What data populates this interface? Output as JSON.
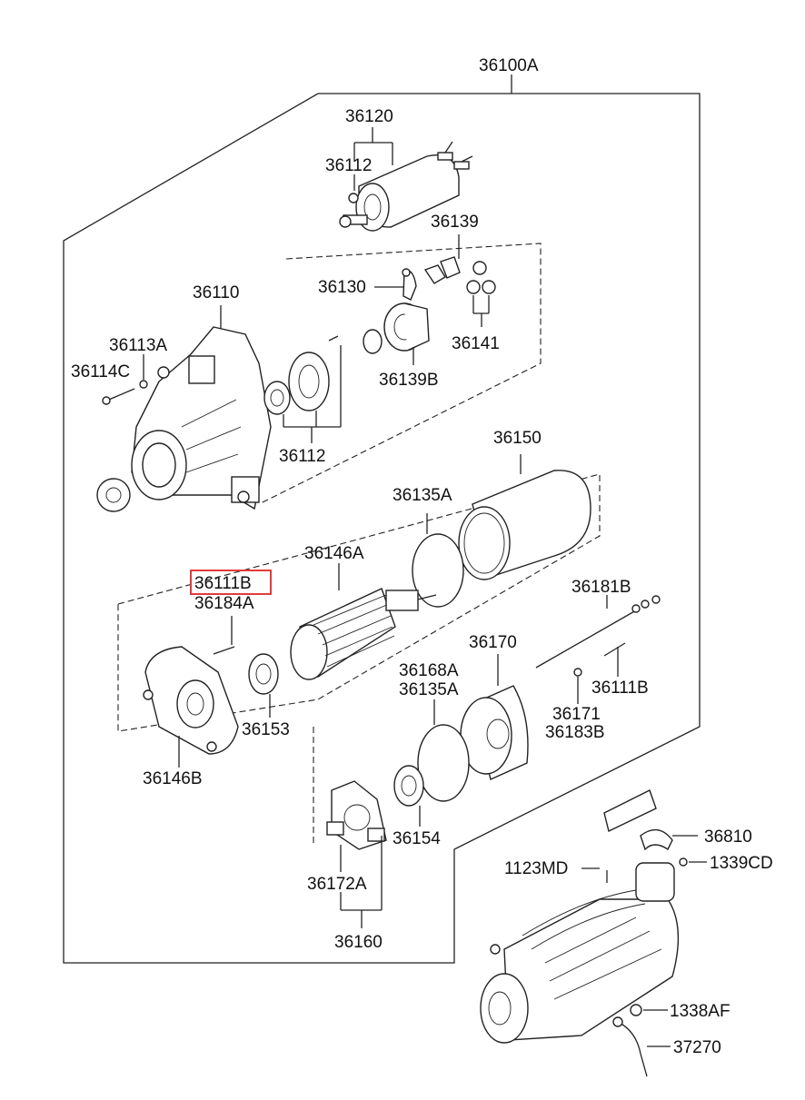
{
  "labels": {
    "assembly": "36100A",
    "solenoid": "36120",
    "solenoid_sub": "36112",
    "lever_set": "36139",
    "lever": "36130",
    "housing": "36110",
    "gears": "36141",
    "bolt_a": "36113A",
    "bolt_c": "36114C",
    "clutch": "36139B",
    "bearing_set": "36112",
    "yoke": "36150",
    "oring_a": "36135A",
    "armature": "36146A",
    "highlighted": "36111B",
    "screw_a": "36184A",
    "through_bolt": "36181B",
    "end_frame": "36146B",
    "bearing_153": "36153",
    "bolt_b": "36111B",
    "rear_cover": "36170",
    "cap_a": "36168A",
    "oring_b": "36135A",
    "washer": "36171",
    "nut": "36183B",
    "bearing_154": "36154",
    "brush_plate": "36172A",
    "brush_holder": "36160",
    "bracket": "36810",
    "bolt_md": "1123MD",
    "nut_cd": "1339CD",
    "nut_af": "1338AF",
    "cable": "37270"
  },
  "colors": {
    "line": "#222222",
    "highlight": "#e23b3b"
  }
}
